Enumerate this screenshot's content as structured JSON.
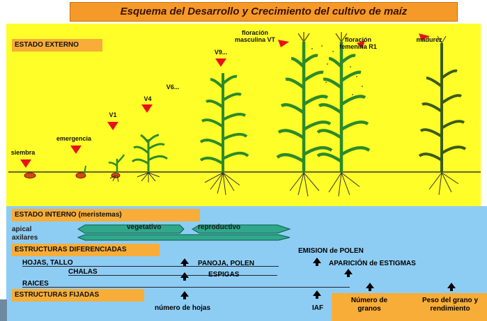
{
  "title": "Esquema del Desarrollo y Crecimiento del cultivo de maíz",
  "colors": {
    "upper_bg": "#fffe28",
    "lower_bg": "#8ecdf3",
    "label_bg": "#f7ad38",
    "marker": "#e8101a",
    "arrow_band": "#2fa88a"
  },
  "external": {
    "label": "ESTADO EXTERNO",
    "stages": [
      "siembra",
      "emergencia",
      "V1",
      "V4",
      "V6...",
      "V9...",
      "floración masculina VT",
      "floración femenina R1",
      "madurez"
    ]
  },
  "internal": {
    "label": "ESTADO INTERNO (meristemas)",
    "row_apical": "apical",
    "row_axilares": "axilares",
    "vegetativo": "vegetativo",
    "reproductivo": "reproductivo"
  },
  "differentiated": {
    "label": "ESTRUCTURAS DIFERENCIADAS",
    "hojas_tallo": "HOJAS, TALLO",
    "chalas": "CHALAS",
    "raices": "RAICES",
    "panoja_polen": "PANOJA, POLEN",
    "espigas": "ESPIGAS",
    "emision_polen": "EMISION de POLEN",
    "aparicion_estigmas": "APARICIÓN de ESTIGMAS"
  },
  "fixed": {
    "label": "ESTRUCTURAS FIJADAS",
    "numero_hojas": "número de hojas",
    "iaf": "IAF",
    "numero_granos": "Número de granos",
    "peso_grano": "Peso del grano y rendimiento"
  }
}
